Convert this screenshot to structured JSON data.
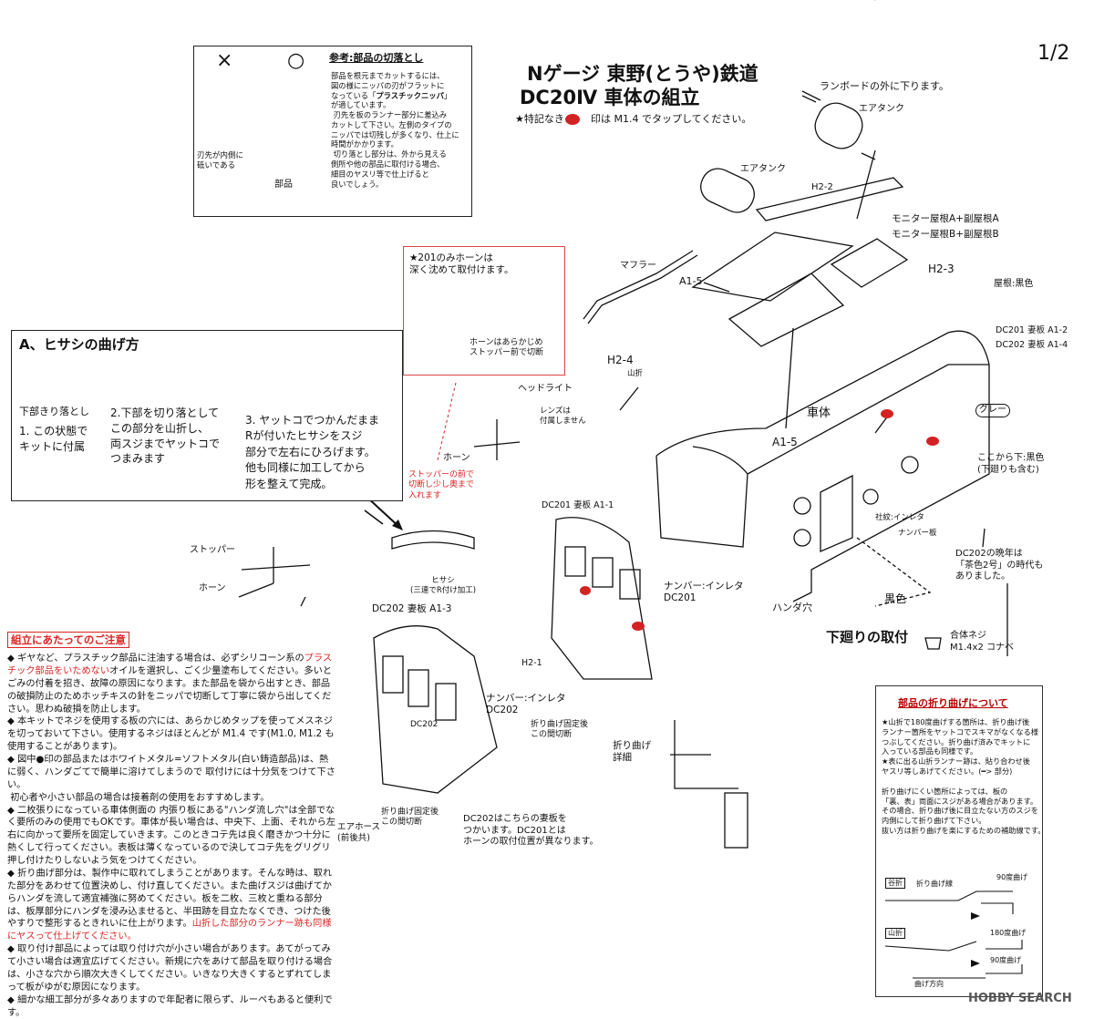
{
  "page_number": "1/2",
  "title": {
    "line1": "Nゲージ 東野(とうや)鉄道",
    "line2": "DC20Ⅳ 車体の組立",
    "tap_note_pre": "★特記なき",
    "tap_note_post": "印は M1.4 でタップしてください。"
  },
  "reference": {
    "heading": "参考:部品の切落とし",
    "mark_x": "×",
    "mark_o": "○",
    "blade_label": "刃先が内側に\n砥いである",
    "part_label": "部品",
    "text_a": "部品を根元までカットするには、\n図の様にニッパの刃がフラットに\nなっている「",
    "text_a_red": "プラスチックニッパ",
    "text_b": "」\nが適しています。\n 刃先を板のランナー部分に差込み\nカットして下さい。左側のタイプの\nニッパでは切残しが多くなり、仕上に\n時間がかかります。\n 切り落とし部分は、外から見える\n側所や他の部品に取付ける場合、\n細目のヤスリ等で仕上げると\n良いでしょう。"
  },
  "hisashi": {
    "heading": "A、ヒサシの曲げ方",
    "step1_top": "下部きり落とし",
    "step1": "1. この状態で\nキットに付属",
    "step2": "2.下部を切り落として\nこの部分を山折し、\n両スジまでヤットコで\nつまみます",
    "step3": "3. ヤットコでつかんだまま\nRが付いたヒサシをスジ\n部分で左右にひろげます。\n他も同様に加工してから\n形を整えて完成。"
  },
  "horn_box": {
    "text": "★201のみホーンは\n深く沈めて取付けます。",
    "cut_note": "ホーンはあらかじめ\nストッパー前で切断"
  },
  "labels": {
    "runboard": "ランボードの外に下ります。",
    "air_tank_1": "エアタンク",
    "air_tank_2": "エアタンク",
    "h2_2": "H2-2",
    "monitor_a": "モニター屋根A+副屋根A",
    "monitor_b": "モニター屋根B+副屋根B",
    "h2_3": "H2-3",
    "roof": "屋根:黒色",
    "muffler": "マフラー",
    "a1_5_top": "A1-5",
    "dc201_end": "DC201 妻板 A1-2",
    "dc202_end": "DC202 妻板 A1-4",
    "h2_4": "H2-4",
    "yamaori": "山折",
    "headlight": "ヘッドライト",
    "lens": "レンズは\n付属しません",
    "body": "車体",
    "a1_5_mid": "A1-5",
    "gray": "グレー",
    "below_black": "ここから下:黒色\n(下廻りも含む)",
    "horn": "ホーン",
    "stopper_note": "ストッパーの前で\n切断し少し奥まで\n入れます",
    "dc201_a11": "DC201 妻板 A1-1",
    "company_mark": "社紋:インレタ",
    "number_plate": "ナンバー板",
    "late_color": "DC202の晩年は\n「茶色2号」の時代も\nありました。",
    "stopper": "ストッパー",
    "horn2": "ホーン",
    "hisashi_part": "ヒサシ\n(三連でR付け加工)",
    "number_inleta_201": "ナンバー:インレタ\nDC201",
    "solder_hole": "ハンダ穴",
    "black": "黒色",
    "underframe": "下廻りの取付",
    "combined_screw": "合体ネジ\nM1.4x2 コナベ",
    "dc202_a13": "DC202 妻板 A1-3",
    "h2_1": "H2-1",
    "dc202_small": "DC202",
    "number_inleta_202": "ナンバー:インレタ\nDC202",
    "cut_after_bend": "折り曲げ固定後\nこの間切断",
    "bend_detail": "折り曲げ\n詳細",
    "cut_after_bend2": "折り曲げ固定後\nこの間切断",
    "dc202_note": "DC202はこちらの妻板を\nつかいます。DC201とは\nホーンの取付位置が異なります。",
    "air_hose": "エアホース\n(前後共)"
  },
  "notes": {
    "heading": "組立にあたってのご注意",
    "items": [
      {
        "pre": "◆ ギヤなど、プラスチック部品に注油する場合は、必ずシリコーン系の",
        "red": "プラスチック部品をいためない",
        "post": "オイルを選択し、ごく少量塗布してください。多いとごみの付着を招き、故障の原因になります。また部品を袋から出すとき、部品の破損防止のためホッチキスの針をニッパで切断して丁寧に袋から出してください。思わぬ破損を防止します。"
      },
      {
        "pre": "◆ 本キットでネジを使用する板の穴には、あらかじめタップを使ってメスネジを切っておいて下さい。使用するネジはほとんどが M1.4 です(M1.0, M1.2 も使用することがあります)。",
        "red": "",
        "post": ""
      },
      {
        "pre": "◆ 図中●印の部品またはホワイトメタル=ソフトメタル(白い鋳造部品)は、熱に弱く、ハンダごてで簡単に溶けてしまうので 取付けには十分気をつけて下さい。\n 初心者や小さい部品の場合は接着剤の使用をおすすめします。",
        "red": "",
        "post": ""
      },
      {
        "pre": "◆ 二枚張りになっている車体側面の 内張り板にある\"ハンダ流し穴\"は全部でなく要所のみの使用でもOKです。車体が長い場合は、中央下、上面、それから左右に向かって要所を固定していきます。このときコテ先は良く磨きかつ十分に熱くして行ってください。表板は薄くなっているので決してコテ先をグリグリ押し付けたりしないよう気をつけてください。",
        "red": "",
        "post": ""
      },
      {
        "pre": "◆ 折り曲げ部分は、製作中に取れてしまうことがあります。そんな時は、取れた部分をあわせて位置決めし、付け直してください。また曲げスジは曲げてからハンダを流して適宜補強に努めてください。板を二枚、三枚と重ねる部分は、板厚部分にハンダを浸み込ませると、半田跡を目立たなくでき、つけた後やすりで整形するときれいに仕上がります。",
        "red": "山折した部分のランナー跡も同様にヤスって仕上げてください。",
        "post": ""
      },
      {
        "pre": "◆ 取り付け部品によっては取り付け穴が小さい場合があります。あてがってみて小さい場合は適宜広げてください。新規に穴をあけて部品を取り付ける場合は、小さな穴から順次大きくしてください。いきなり大きくするとずれてしまって板がゆがむ原因になります。",
        "red": "",
        "post": ""
      },
      {
        "pre": "◆ 細かな細工部分が多々ありますので年配者に限らず、ルーペもあると便利です。",
        "red": "",
        "post": ""
      }
    ]
  },
  "bend_box": {
    "heading": "部品の折り曲げについて",
    "lines": [
      "★山折で180度曲げする箇所は、折り曲げ後",
      "ランナー箇所をヤットコでスキマがなくなる様",
      "つぶしてください。折り曲げ済みでキットに",
      "入っている部品も同様です。",
      "★表に出る山折ランナー跡は、貼り合わせ後",
      "ヤスリ等しあげてください。(━> 部分)",
      "",
      "折り曲げにくい箇所によっては、板の",
      "「裏、表」両面にスジがある場合があります。",
      "その場合、折り曲げ後に目立たない方のスジを",
      "内側にして折り曲げて下さい。",
      "抜い方は折り曲げを楽にするための補助線です。"
    ],
    "tani": "谷折",
    "yama": "山折",
    "bend_line": "折り曲げ線",
    "deg90": "90度曲げ",
    "deg180": "180度曲げ",
    "deg90b": "90度曲げ",
    "bend_direction": "曲げ方向"
  },
  "watermark": "HOBBY SEARCH",
  "colors": {
    "red": "#d22222",
    "ink": "#111111"
  }
}
